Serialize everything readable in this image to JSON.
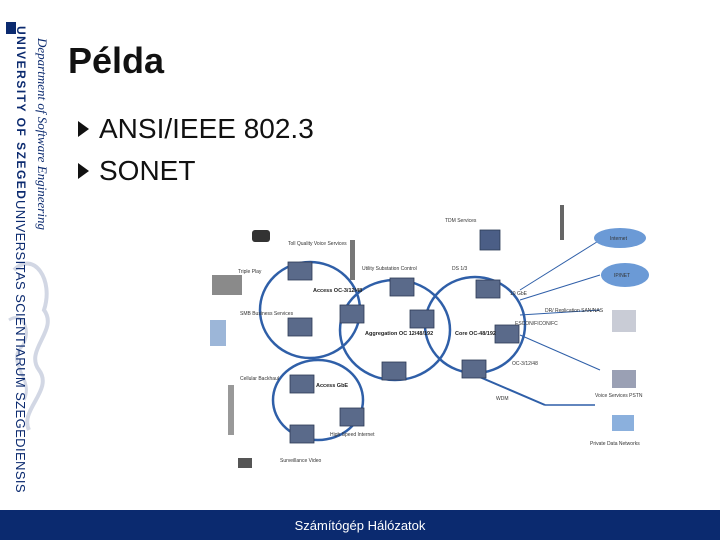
{
  "sidebar": {
    "university": "UNIVERSITY OF SZEGED",
    "department": "Department of Software Engineering",
    "motto": "UNIVERSITAS SCIENTIARUM SZEGEDIENSIS"
  },
  "slide": {
    "title": "Példa",
    "bullets": [
      "ANSI/IEEE 802.3",
      "SONET"
    ]
  },
  "diagram": {
    "labels": {
      "tdm_services": "TDM Services",
      "toll_quality": "Toll Quality Voice Services",
      "triple_play": "Triple Play",
      "utility": "Utility Substation Control",
      "smb": "SMB Business Services",
      "access_oc": "Access OC-3/12/48",
      "aggregation": "Aggregation OC 12/48/192",
      "core": "Core OC-48/192",
      "access_gbe": "Access GbE",
      "cellular": "Cellular Backhaul",
      "surveillance": "Surveillance Video",
      "high_speed": "High Speed Internet",
      "ds": "DS 1/3",
      "ge10": "10 GbE",
      "escon": "ESCON/FICON/FC",
      "dr": "DR/ Replication SAN/NAS",
      "oc": "OC-3/12/48",
      "wdm": "WDM",
      "voice": "Voice Services PSTN",
      "private": "Private Data Networks",
      "internet": "Internet",
      "ip": "IP/NET"
    }
  },
  "footer": {
    "text": "Számítógép Hálózatok"
  }
}
